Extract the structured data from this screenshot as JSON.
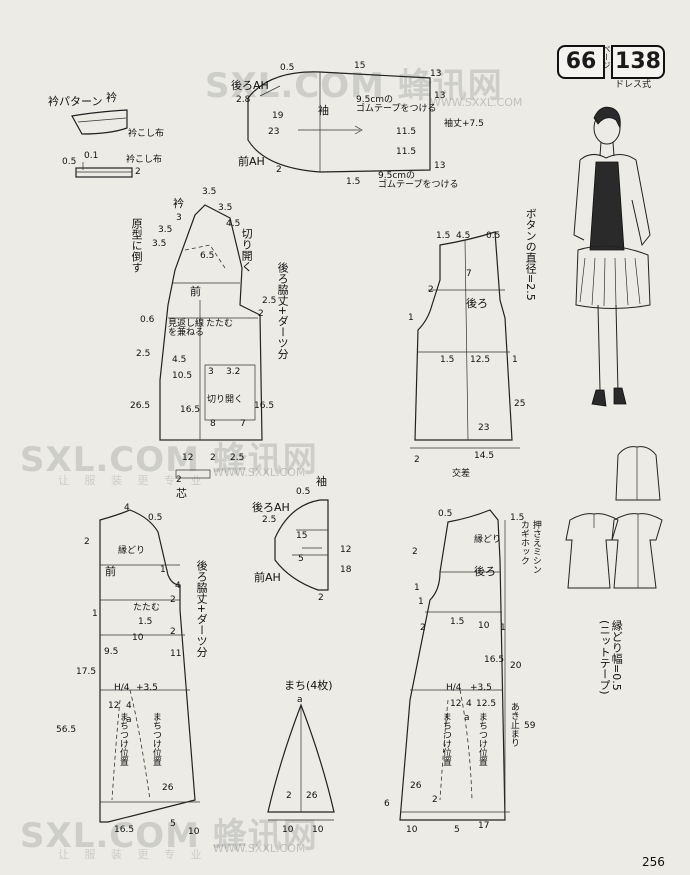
{
  "header": {
    "magazine_page": "66",
    "page_unit": "ページ",
    "pattern_number": "138",
    "style_name": "ドレス式"
  },
  "page_number": "256",
  "watermarks": {
    "logo": "SXL.COM 蜂讯网",
    "subtitle": "让 服 装 更 专 业",
    "url": "WWW.SXXL.COM"
  },
  "jacket_collar": {
    "collar_pattern_label": "衿パターン",
    "collar_label": "衿",
    "collar_facing_label": "衿こし布",
    "collar_facing_piece_label": "衿こし布",
    "measure_05": "0.5",
    "measure_01": "0.1",
    "measure_2": "2"
  },
  "jacket_sleeve": {
    "back_ah": "後ろAH",
    "front_ah": "前AH",
    "sleeve_label": "袖",
    "elastic_top": "9.5cmの\nゴムテープをつける",
    "elastic_bottom": "9.5cmの\nゴムテープをつける",
    "sleeve_length": "袖丈+7.5",
    "m_05": "0.5",
    "m_15": "15",
    "m_13a": "13",
    "m_28": "2.8",
    "m_19": "19",
    "m_23": "23",
    "m_2a": "2",
    "m_13b": "13",
    "m_115a": "11.5",
    "m_115b": "11.5",
    "m_15b": "1.5",
    "m_13c": "13"
  },
  "jacket_front": {
    "collar_label": "衿",
    "front_label": "前",
    "original_side": "原型に倒す",
    "cut_open_top": "切り開く",
    "facing_line": "見返し線\nを兼ねる",
    "fold_label": "たたむ",
    "cut_open_bottom": "切り開く",
    "back_side_dart": "後ろ脇丈+ダーツ分",
    "fold_mark": "芯",
    "m_35a": "3.5",
    "m_35b": "3.5",
    "m_3": "3",
    "m_45": "4.5",
    "m_35c": "3.5",
    "m_35d": "3.5",
    "m_65": "6.5",
    "m_06": "0.6",
    "m_25a": "2.5",
    "m_2a": "2",
    "m_25b": "2.5",
    "m_45b": "4.5",
    "m_105": "10.5",
    "m_3b": "3",
    "m_32": "3.2",
    "m_265": "26.5",
    "m_165a": "16.5",
    "m_165b": "16.5",
    "m_8": "8",
    "m_7": "7",
    "m_12": "12",
    "m_2b": "2",
    "m_25c": "2.5",
    "m_2c": "2"
  },
  "jacket_back": {
    "back_label": "後ろ",
    "cross_label": "交差",
    "m_15": "1.5",
    "m_45": "4.5",
    "m_05": "0.5",
    "m_7": "7",
    "m_2a": "2",
    "m_1": "1",
    "m_15b": "1.5",
    "m_125": "12.5",
    "m_1b": "1",
    "m_25": "25",
    "m_23": "23",
    "m_145": "14.5",
    "m_2b": "2"
  },
  "button_note": "ボタンの直径=2.5",
  "dress_front": {
    "binding": "縁どり",
    "front_label": "前",
    "fold_label": "たたむ",
    "back_side_dart": "後ろ脇丈+ダーツ分",
    "h_quarter": "H/4",
    "plus_35": "+3.5",
    "gusset_pos": "まちつけ位置",
    "m_4": "4",
    "m_05": "0.5",
    "m_2": "2",
    "m_1": "1",
    "m_4b": "4",
    "m_2b": "2",
    "m_1b": "1",
    "m_15": "1.5",
    "m_10": "10",
    "m_95": "9.5",
    "m_2c": "2",
    "m_11": "11",
    "m_175": "17.5",
    "m_565": "56.5",
    "m_12": "12",
    "m_4c": "4",
    "m_26": "26",
    "m_165": "16.5",
    "m_10b": "10",
    "m_5": "5",
    "m_a": "a"
  },
  "dress_sleeve": {
    "sleeve_label": "袖",
    "back_ah": "後ろAH",
    "front_ah": "前AH",
    "m_05": "0.5",
    "m_25": "2.5",
    "m_15": "15",
    "m_5": "5",
    "m_12": "12",
    "m_18": "18",
    "m_2": "2"
  },
  "gusset": {
    "title": "まち(4枚)",
    "m_a": "a",
    "m_2": "2",
    "m_26": "26",
    "m_10": "10",
    "m_10b": "10"
  },
  "dress_back": {
    "binding": "縁どり",
    "back_label": "後ろ",
    "topstitch": "押さえミシン",
    "hook": "カギホック",
    "opening_end": "あき止まり",
    "binding_width": "縁どり幅=0.5\n(ニットテープ)",
    "h_quarter": "H/4",
    "plus_35": "+3.5",
    "gusset_pos": "まちつけ位置",
    "m_05": "0.5",
    "m_15": "1.5",
    "m_2": "2",
    "m_1": "1",
    "m_1b": "1",
    "m_2b": "2",
    "m_15b": "1.5",
    "m_10": "10",
    "m_1c": "1",
    "m_165": "16.5",
    "m_20": "20",
    "m_12": "12",
    "m_4": "4",
    "m_125": "12.5",
    "m_59": "59",
    "m_6": "6",
    "m_26": "26",
    "m_2c": "2",
    "m_10b": "10",
    "m_5": "5",
    "m_17": "17",
    "m_a": "a"
  }
}
